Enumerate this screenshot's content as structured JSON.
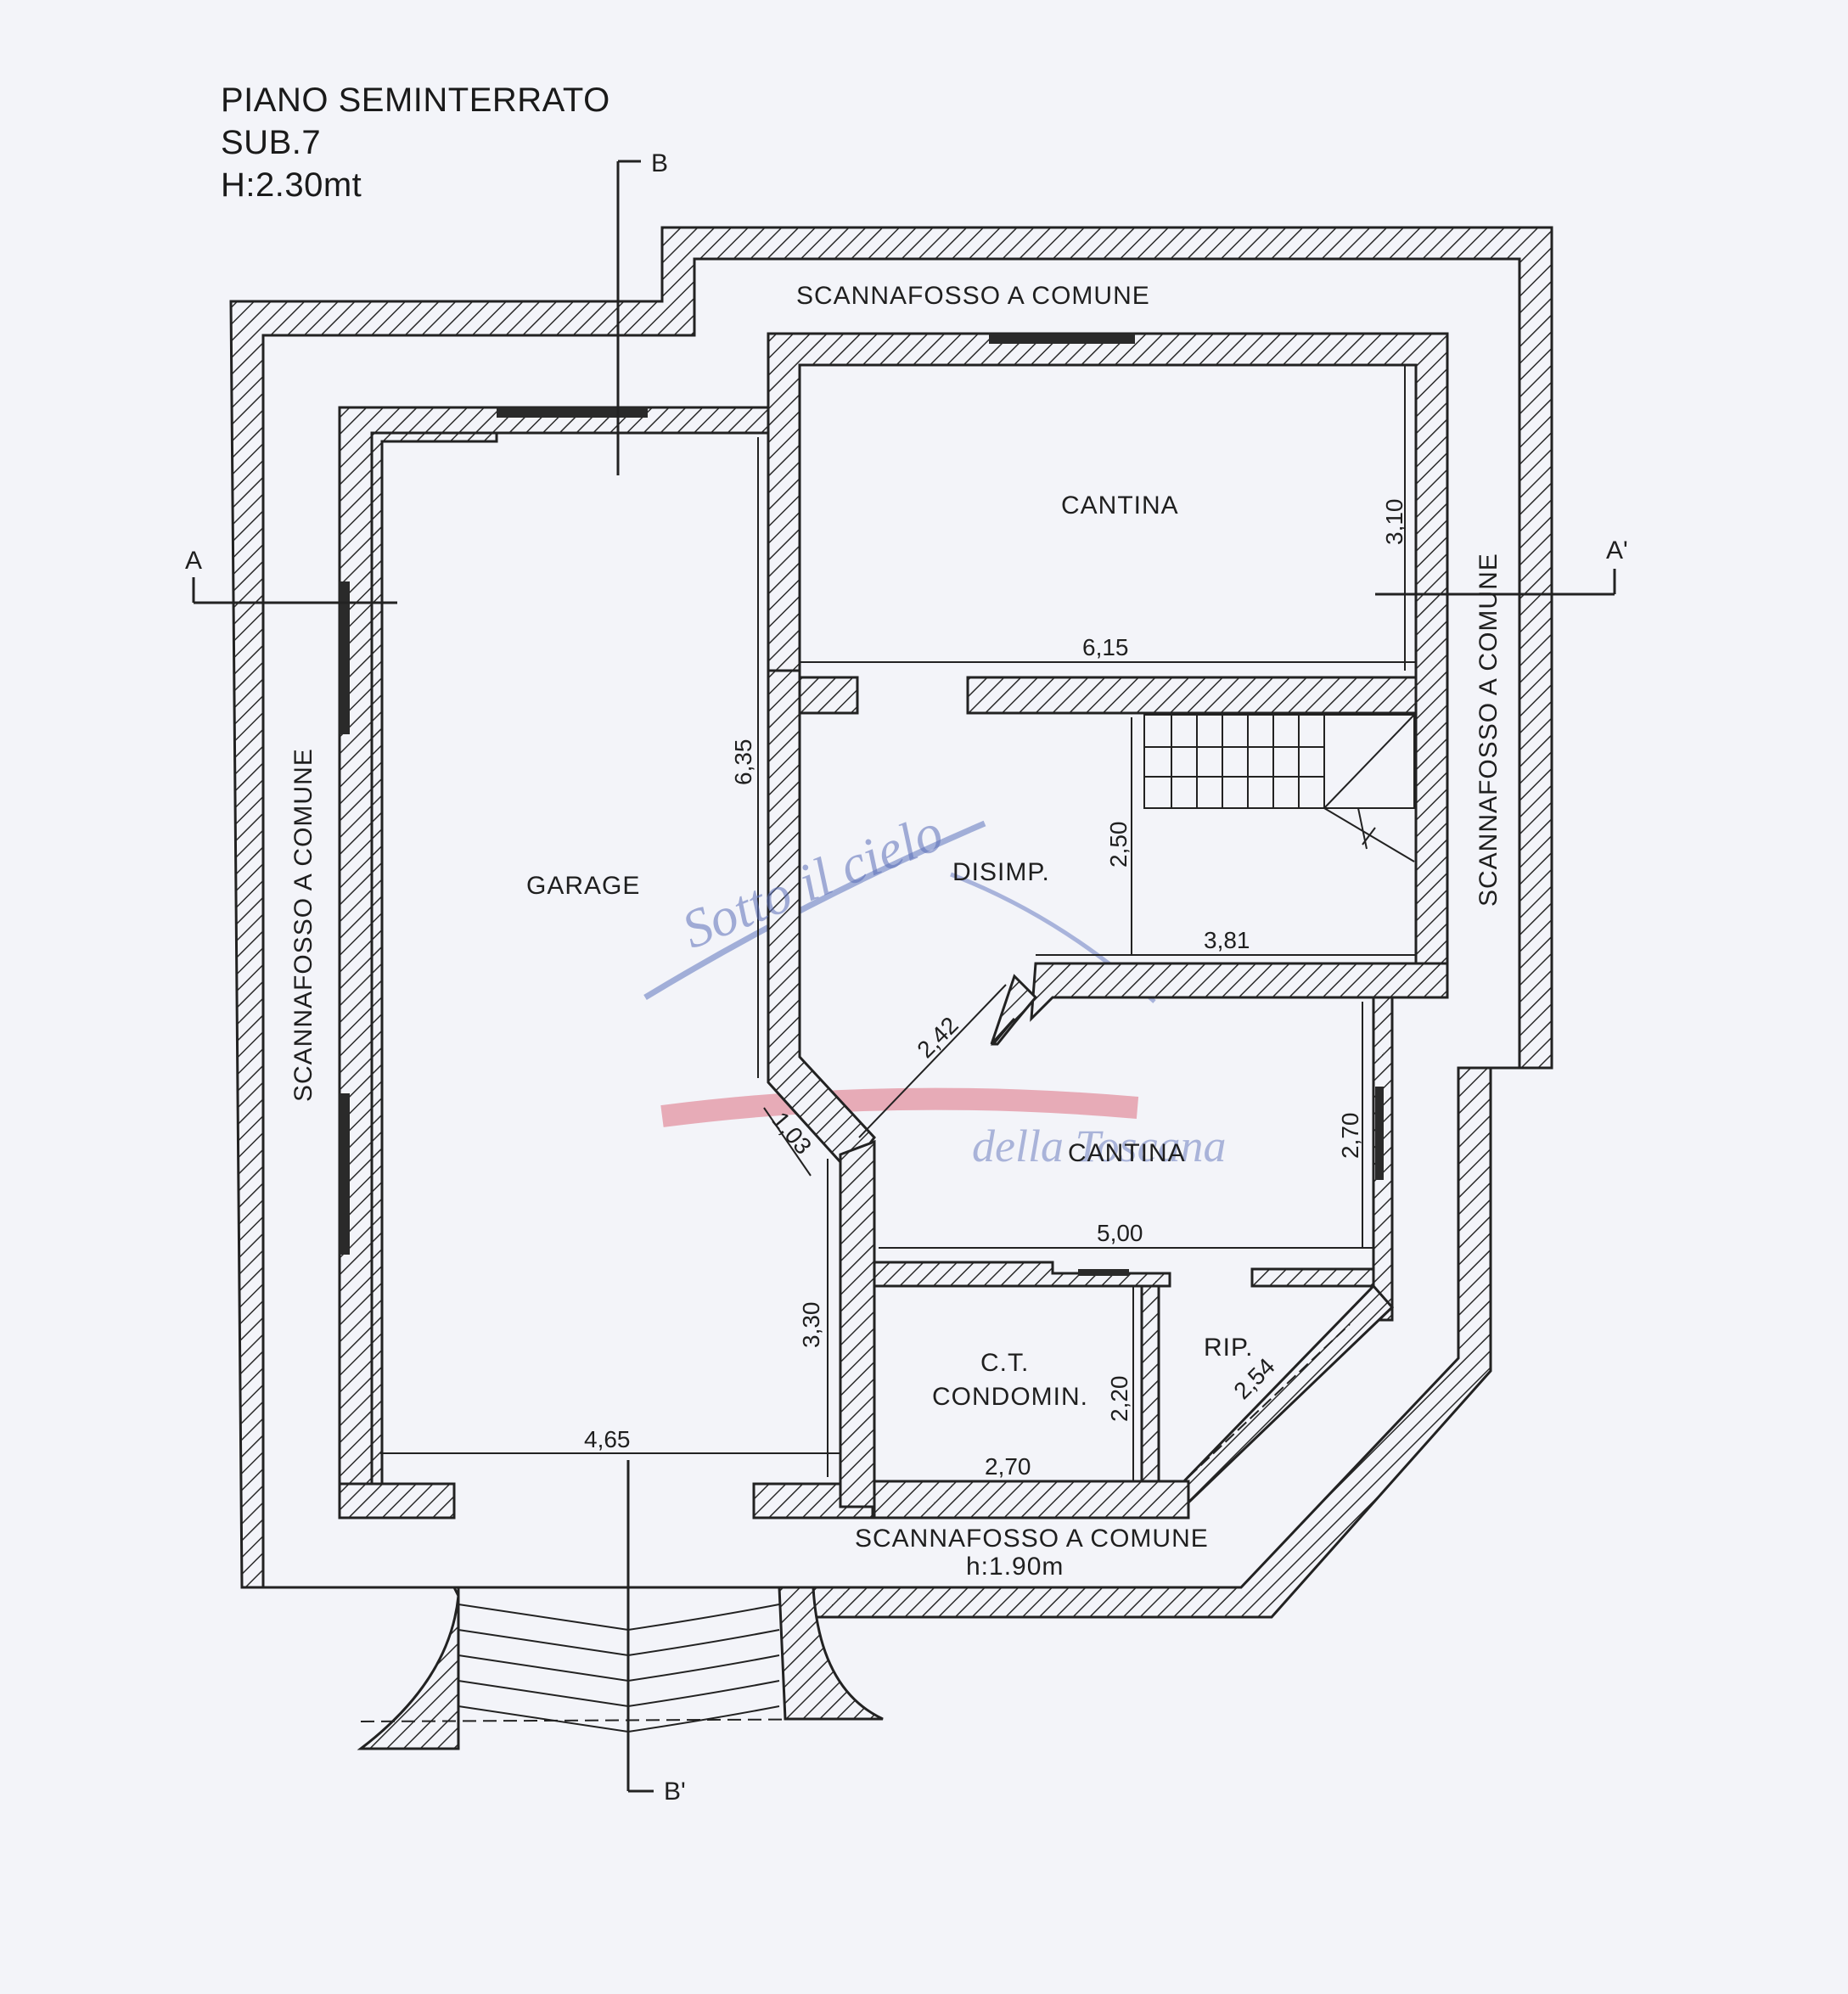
{
  "header": {
    "title": "PIANO SEMINTERRATO",
    "sub": "SUB.7",
    "height": "H:2.30mt"
  },
  "rooms": {
    "garage": "GARAGE",
    "cantina_top": "CANTINA",
    "disimp": "DISIMP.",
    "cantina_bottom": "CANTINA",
    "ct_line1": "C.T.",
    "ct_line2": "CONDOMIN.",
    "rip": "RIP."
  },
  "scannafosso": {
    "top": "SCANNAFOSSO A COMUNE",
    "left": "SCANNAFOSSO A COMUNE",
    "right": "SCANNAFOSSO A COMUNE",
    "bottom": "SCANNAFOSSO A COMUNE",
    "bottom_height": "h:1.90m"
  },
  "dimensions": {
    "cantina_height": "3,10",
    "cantina_width": "6,15",
    "garage_height_upper": "6,35",
    "disimp_height": "2,50",
    "disimp_width": "3,81",
    "diagonal_disimp": "2,42",
    "diagonal_short": "1,03",
    "cantina2_height": "2,70",
    "cantina2_width": "5,00",
    "garage_height_lower": "3,30",
    "garage_width": "4,65",
    "ct_height": "2,20",
    "ct_width": "2,70",
    "rip_diagonal": "2,54"
  },
  "sections": {
    "a": "A",
    "a_prime": "A'",
    "b": "B",
    "b_prime": "B'"
  },
  "watermark": {
    "line1": "Sotto il cielo",
    "line2": "della Toscana"
  },
  "colors": {
    "ink": "#222222",
    "paper": "#f3f4f9",
    "watermark_blue": "#5c6fb8",
    "watermark_red": "#e07a8a"
  }
}
